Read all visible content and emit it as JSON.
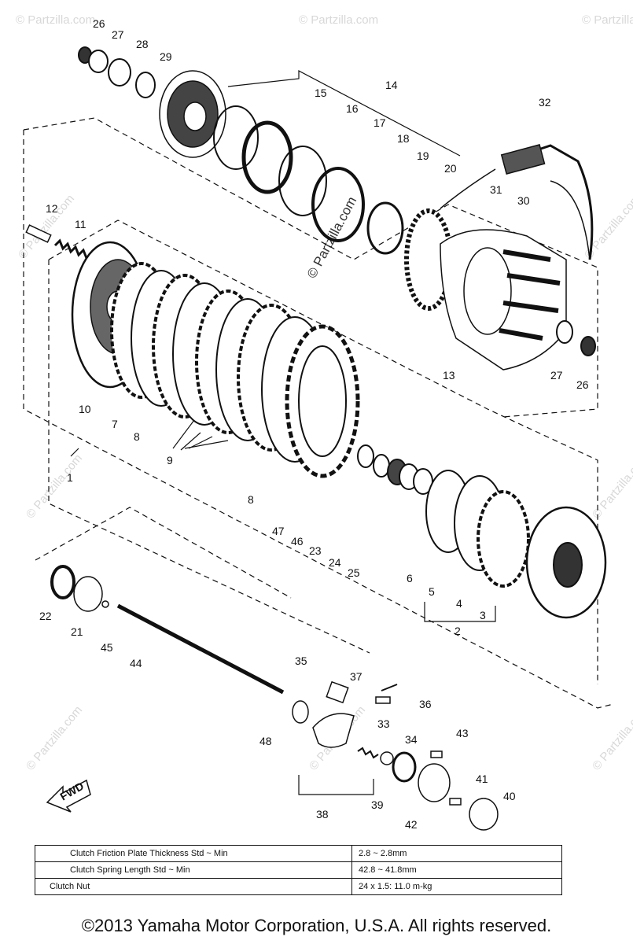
{
  "watermark": {
    "text": "© Partzilla.com",
    "center_text": "© Partzilla.com"
  },
  "callouts": [
    "26",
    "27",
    "28",
    "29",
    "14",
    "15",
    "16",
    "17",
    "18",
    "19",
    "20",
    "32",
    "12",
    "11",
    "31",
    "30",
    "13",
    "27",
    "26",
    "10",
    "7",
    "8",
    "9",
    "1",
    "8",
    "47",
    "46",
    "23",
    "24",
    "25",
    "6",
    "5",
    "4",
    "3",
    "2",
    "22",
    "21",
    "45",
    "44",
    "35",
    "37",
    "36",
    "33",
    "34",
    "43",
    "48",
    "38",
    "39",
    "42",
    "41",
    "40"
  ],
  "fwd_label": "FWD",
  "spec_table": [
    {
      "label": "Clutch Friction Plate Thickness Std ~ Min",
      "value": "2.8 ~ 2.8mm"
    },
    {
      "label": "Clutch Spring Length Std ~ Min",
      "value": "42.8 ~ 41.8mm"
    },
    {
      "label": "Clutch Nut",
      "value": "24 x 1.5: 11.0 m-kg"
    }
  ],
  "copyright": "©2013  Yamaha Motor Corporation, U.S.A. All rights reserved."
}
